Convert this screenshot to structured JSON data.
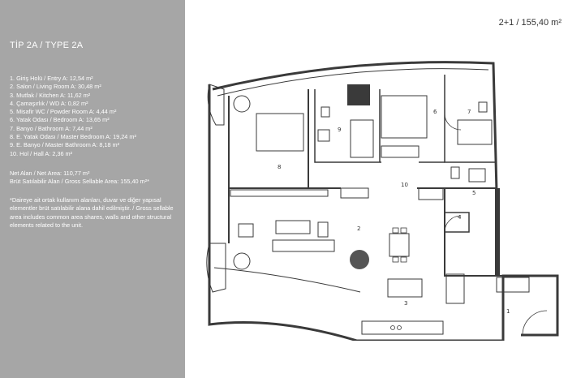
{
  "sidebar": {
    "title": "TİP 2A / TYPE 2A",
    "rooms": [
      "1. Giriş Holü / Entry A: 12,54 m²",
      "2. Salon / Living Room A: 30,48 m²",
      "3. Mutfak / Kitchen A: 11,62 m²",
      "4. Çamaşırlık / WD A: 0,82 m²",
      "5. Misafir WC / Powder Room A: 4,44 m²",
      "6. Yatak Odası / Bedroom A: 13,65 m²",
      "7. Banyo / Bathroom A: 7,44 m²",
      "8. E. Yatak Odası / Master Bedroom A: 19,24 m²",
      "9. E. Banyo / Master Bathroom A: 8,18 m²",
      "10. Hol / Hall A: 2,36 m²"
    ],
    "net_area": "Net Alan / Net Area: 110,77 m²",
    "gross_area": "Brüt Satılabilir Alan / Gross Sellable Area: 155,40 m²*",
    "note": "*Daireye ait ortak kullanım alanları, duvar ve diğer yapısal elementler brüt satılabilir alana dahil edilmiştir. / Gross sellable area includes common area shares, walls and other structural elements related to the unit."
  },
  "unit_label": "2+1 / 155,40 m²",
  "plan": {
    "room_numbers": [
      "1",
      "2",
      "3",
      "4",
      "5",
      "6",
      "7",
      "8",
      "9",
      "10"
    ]
  },
  "colors": {
    "sidebar": "#a6a6a6",
    "text_light": "#ffffff",
    "wall": "#3a3a3a",
    "fixture": "#555555",
    "floor": "#ffffff"
  }
}
